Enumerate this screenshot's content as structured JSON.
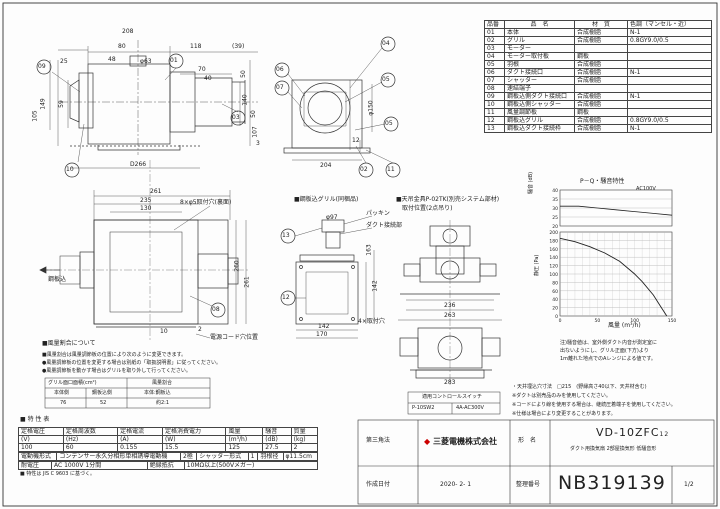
{
  "parts_table": {
    "headers": [
      "品番",
      "品　名",
      "材　質",
      "色調（マンセル・近）"
    ],
    "rows": [
      [
        "01",
        "本体",
        "合成樹脂",
        "N-1"
      ],
      [
        "02",
        "グリル",
        "合成樹脂",
        "0.8GY9.0/0.5"
      ],
      [
        "03",
        "モーター",
        "",
        ""
      ],
      [
        "04",
        "モーター取付板",
        "鋼板",
        ""
      ],
      [
        "05",
        "羽根",
        "合成樹脂",
        ""
      ],
      [
        "06",
        "ダクト接続口",
        "合成樹脂",
        "N-1"
      ],
      [
        "07",
        "シャッター",
        "合成樹脂",
        ""
      ],
      [
        "08",
        "速結端子",
        "",
        ""
      ],
      [
        "09",
        "鋼板込側ダクト接続口",
        "合成樹脂",
        "N-1"
      ],
      [
        "10",
        "鋼板込側シャッター",
        "合成樹脂",
        ""
      ],
      [
        "11",
        "風量調節板",
        "鋼板",
        ""
      ],
      [
        "12",
        "鋼板込グリル",
        "合成樹脂",
        "0.8GY9.0/0.5"
      ],
      [
        "13",
        "鋼板込ダクト接続枠",
        "合成樹脂",
        "N-1"
      ]
    ]
  },
  "front_view": {
    "dims": [
      "80",
      "208",
      "118",
      "(39)",
      "48",
      "φ63",
      "70",
      "40",
      "25",
      "105",
      "149",
      "59",
      "50",
      "140",
      "50",
      "107",
      "3",
      "D266"
    ],
    "callouts": [
      "09",
      "01",
      "03",
      "10"
    ]
  },
  "side_view": {
    "dims": [
      "φ150",
      "204",
      "12"
    ],
    "callouts": [
      "06",
      "07",
      "04",
      "05",
      "02",
      "11"
    ]
  },
  "plan_view": {
    "dims": [
      "261",
      "235",
      "130",
      "8×φ5取付穴(裏面)",
      "260",
      "261",
      "10",
      "2"
    ],
    "callouts": [
      "08"
    ],
    "labels": [
      "鋼板込",
      "電源コード穴位置"
    ]
  },
  "grille_view": {
    "title": "■鋼板込グリル(同梱品)",
    "labels": [
      "パッキン",
      "ダクト接続部",
      "4×取付穴"
    ],
    "dims": [
      "φ97",
      "163",
      "142",
      "142",
      "170"
    ],
    "callouts": [
      "13",
      "12"
    ]
  },
  "ceiling_frame": {
    "title": "■天吊金具P-02TK(別売システム部材)",
    "subtitle": "取付位置(2点吊り)",
    "dims": [
      "236",
      "263",
      "283"
    ]
  },
  "ratio_note": {
    "title": "■風量割合について",
    "lines": [
      "■風量割合は風量調節板の位置により次のように変更できます。",
      "●風量調節板の位置を変更する場合は別紙の「取扱説明書」に従ってください。",
      "●風量調節板を動かす場合はグリルを取り外して行ってください。"
    ],
    "table": {
      "head1": [
        "グリル面口面積(cm²)",
        "風量割合"
      ],
      "head2": [
        "本体側",
        "鋼板込側",
        "本体:鋼板込"
      ],
      "row": [
        "76",
        "52",
        "約2:1"
      ]
    }
  },
  "switch_table": {
    "title": "適用コントロールスイッチ",
    "row": [
      "P-10SW2",
      "4A-AC300V"
    ]
  },
  "chart_data": {
    "type": "line",
    "title": "P－Q・騒音特性",
    "noise_panel": {
      "ylabel": "騒音 (dB)",
      "yticks": [
        "40",
        "35",
        "30",
        "25",
        "20"
      ],
      "ylim": [
        20,
        40
      ],
      "annotation": "AC100V",
      "series": [
        {
          "x": [
            0,
            25,
            50,
            75,
            100,
            125,
            150
          ],
          "y": [
            31,
            31,
            30,
            29,
            28,
            27,
            26
          ]
        }
      ]
    },
    "pq_panel": {
      "ylabel": "静圧 (Pa)",
      "xlabel": "風量 (m³/h)",
      "yticks": [
        "200",
        "180",
        "160",
        "140",
        "120",
        "100",
        "80",
        "60",
        "40",
        "20",
        "0"
      ],
      "xticks": [
        "0",
        "50",
        "100",
        "150"
      ],
      "xlim": [
        0,
        150
      ],
      "ylim": [
        0,
        200
      ],
      "series": [
        {
          "x": [
            0,
            20,
            40,
            60,
            80,
            100,
            110,
            125,
            135,
            143
          ],
          "y": [
            185,
            177,
            165,
            150,
            130,
            100,
            82,
            50,
            22,
            0
          ]
        }
      ]
    }
  },
  "noise_note": [
    "注)騒音値は、室外側ダクト内音が測定室に",
    "出ないようにし、グリル正面(下方)より",
    "1m離れた地点でのAレンジによる値です。"
  ],
  "spec_notes": [
    "・天井埋込穴寸法　□215　(野縁高さ40以下、天井材含む)",
    "※ダクトは別売品のみを使用してください。",
    "※コードにより線を使用する場合は、継続圧着端子を使用してください。",
    "※仕様は場合により変更することがあります。"
  ],
  "spec_table": {
    "title": "■ 特 性 表",
    "head_row1": [
      "定格電圧",
      "定格周波数",
      "定格電流",
      "定格消費電力",
      "風量",
      "騒音",
      "質量"
    ],
    "head_row2": [
      "(V)",
      "(Hz)",
      "(A)",
      "(W)",
      "(m³/h)",
      "(dB)",
      "(kg)"
    ],
    "data_row": [
      "100",
      "60",
      "0.155",
      "15.5",
      "125",
      "27.5",
      "2"
    ],
    "motor_row": [
      "電動機形式",
      "コンデンサー永久分相形単相誘導電動機",
      "2極",
      "シャッター形式",
      "1",
      "羽根径",
      "φ11.5cm"
    ],
    "insulation_row": [
      "耐電圧",
      "AC 1000V 1分間",
      "絶縁抵抗",
      "10MΩ以上(500Vメガー)"
    ],
    "note": "■ 特性は JIS C 9603 に基づく。"
  },
  "title_block": {
    "projection_label": "第三角法",
    "company": "三菱電機株式会社",
    "name_label": "形　名",
    "model": "VD-10ZFC",
    "model_suffix": "12",
    "description": "ダクト用換気扇 2部屋換気形 低騒音形",
    "date_label": "作成日付",
    "date": "2020- 2- 1",
    "drawing_no_label": "整理番号",
    "drawing_no": "NB319139",
    "page": "1/2"
  },
  "colors": {
    "line": "#333333",
    "hatch": "#888888",
    "paper": "#fdfdfd"
  }
}
